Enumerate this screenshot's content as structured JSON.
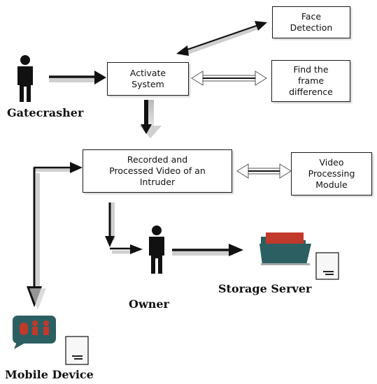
{
  "nodes": {
    "face_detection": "Face\nDetection",
    "activate_system": "Activate\nSystem",
    "find_frame_difference": "Find the\nframe\ndifference",
    "recorded_video": "Recorded and\nProcessed Video of an\nIntruder",
    "video_processing_module": "Video\nProcessing\nModule"
  },
  "labels": {
    "gatecrasher": "Gatecrasher",
    "owner": "Owner",
    "storage_server": "Storage Server",
    "mobile_device": "Mobile Device"
  },
  "colors": {
    "person": "#111111",
    "folder": "#2c5f62",
    "folder_tab": "#c0392b",
    "mobile_bubble": "#2c5f62",
    "mobile_icon": "#c0392b"
  },
  "icons": [
    "person-icon",
    "folder-icon",
    "document-icon",
    "mobile-chat-icon"
  ]
}
